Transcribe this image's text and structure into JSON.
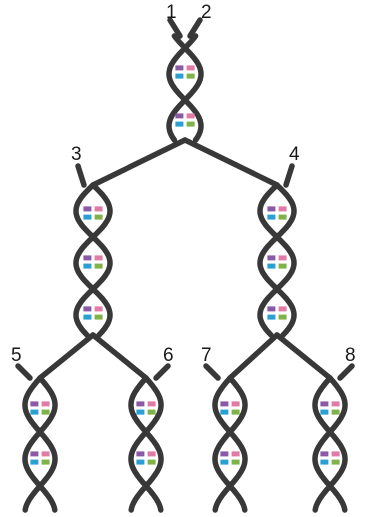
{
  "diagram": {
    "strand_labels": [
      "1",
      "2",
      "3",
      "4",
      "5",
      "6",
      "7",
      "8"
    ],
    "colors": {
      "strand": "#383838",
      "base_purple": "#8b5aa6",
      "base_pink": "#e07aa6",
      "base_blue": "#2a9fd2",
      "base_green": "#7fb34a"
    }
  }
}
